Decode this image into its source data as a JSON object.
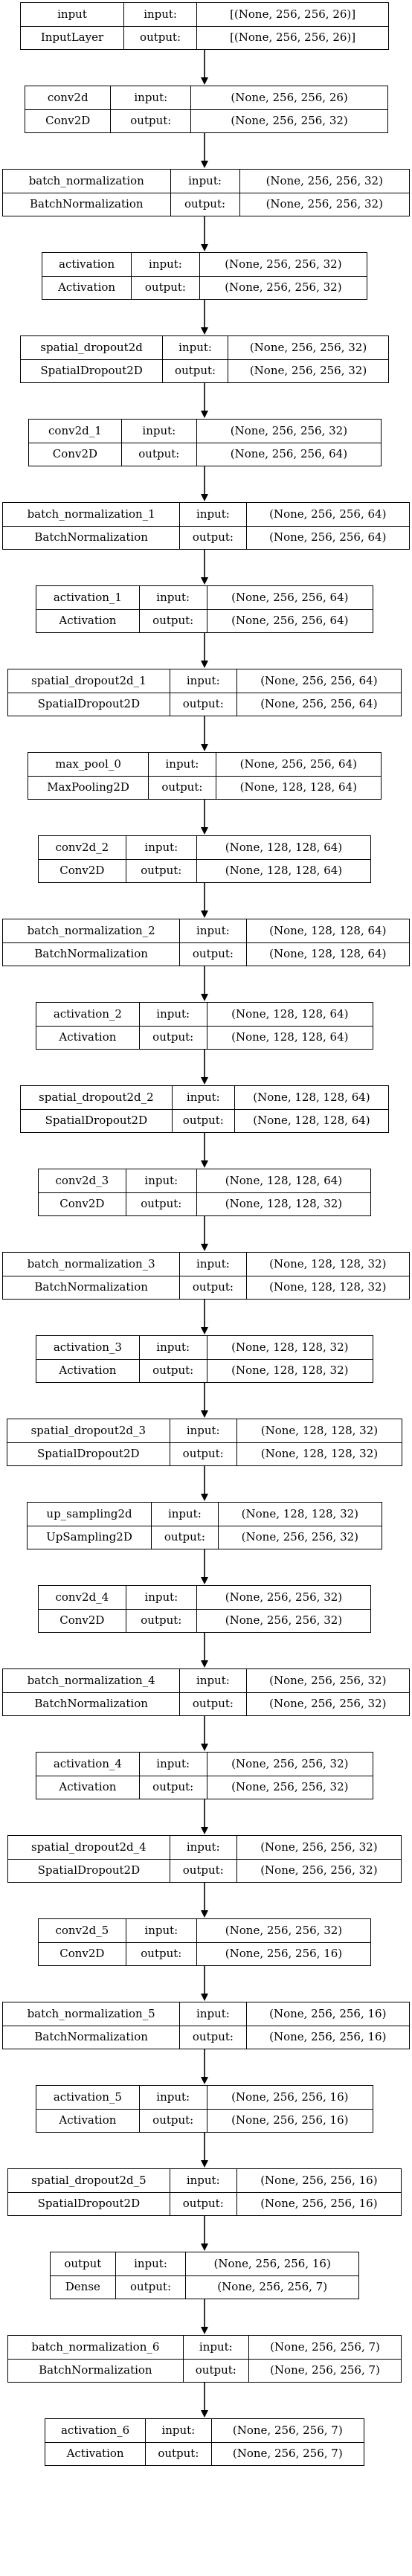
{
  "nodes": [
    {
      "name": "input",
      "type": "InputLayer",
      "in_label": "input:",
      "out_label": "output:",
      "in_shape": "[(None, 256, 256, 26)]",
      "out_shape": "[(None, 256, 256, 26)]"
    },
    {
      "name": "conv2d",
      "type": "Conv2D",
      "in_label": "input:",
      "out_label": "output:",
      "in_shape": "(None, 256, 256, 26)",
      "out_shape": "(None, 256, 256, 32)"
    },
    {
      "name": "batch_normalization",
      "type": "BatchNormalization",
      "in_label": "input:",
      "out_label": "output:",
      "in_shape": "(None, 256, 256, 32)",
      "out_shape": "(None, 256, 256, 32)"
    },
    {
      "name": "activation",
      "type": "Activation",
      "in_label": "input:",
      "out_label": "output:",
      "in_shape": "(None, 256, 256, 32)",
      "out_shape": "(None, 256, 256, 32)"
    },
    {
      "name": "spatial_dropout2d",
      "type": "SpatialDropout2D",
      "in_label": "input:",
      "out_label": "output:",
      "in_shape": "(None, 256, 256, 32)",
      "out_shape": "(None, 256, 256, 32)"
    },
    {
      "name": "conv2d_1",
      "type": "Conv2D",
      "in_label": "input:",
      "out_label": "output:",
      "in_shape": "(None, 256, 256, 32)",
      "out_shape": "(None, 256, 256, 64)"
    },
    {
      "name": "batch_normalization_1",
      "type": "BatchNormalization",
      "in_label": "input:",
      "out_label": "output:",
      "in_shape": "(None, 256, 256, 64)",
      "out_shape": "(None, 256, 256, 64)"
    },
    {
      "name": "activation_1",
      "type": "Activation",
      "in_label": "input:",
      "out_label": "output:",
      "in_shape": "(None, 256, 256, 64)",
      "out_shape": "(None, 256, 256, 64)"
    },
    {
      "name": "spatial_dropout2d_1",
      "type": "SpatialDropout2D",
      "in_label": "input:",
      "out_label": "output:",
      "in_shape": "(None, 256, 256, 64)",
      "out_shape": "(None, 256, 256, 64)"
    },
    {
      "name": "max_pool_0",
      "type": "MaxPooling2D",
      "in_label": "input:",
      "out_label": "output:",
      "in_shape": "(None, 256, 256, 64)",
      "out_shape": "(None, 128, 128, 64)"
    },
    {
      "name": "conv2d_2",
      "type": "Conv2D",
      "in_label": "input:",
      "out_label": "output:",
      "in_shape": "(None, 128, 128, 64)",
      "out_shape": "(None, 128, 128, 64)"
    },
    {
      "name": "batch_normalization_2",
      "type": "BatchNormalization",
      "in_label": "input:",
      "out_label": "output:",
      "in_shape": "(None, 128, 128, 64)",
      "out_shape": "(None, 128, 128, 64)"
    },
    {
      "name": "activation_2",
      "type": "Activation",
      "in_label": "input:",
      "out_label": "output:",
      "in_shape": "(None, 128, 128, 64)",
      "out_shape": "(None, 128, 128, 64)"
    },
    {
      "name": "spatial_dropout2d_2",
      "type": "SpatialDropout2D",
      "in_label": "input:",
      "out_label": "output:",
      "in_shape": "(None, 128, 128, 64)",
      "out_shape": "(None, 128, 128, 64)"
    },
    {
      "name": "conv2d_3",
      "type": "Conv2D",
      "in_label": "input:",
      "out_label": "output:",
      "in_shape": "(None, 128, 128, 64)",
      "out_shape": "(None, 128, 128, 32)"
    },
    {
      "name": "batch_normalization_3",
      "type": "BatchNormalization",
      "in_label": "input:",
      "out_label": "output:",
      "in_shape": "(None, 128, 128, 32)",
      "out_shape": "(None, 128, 128, 32)"
    },
    {
      "name": "activation_3",
      "type": "Activation",
      "in_label": "input:",
      "out_label": "output:",
      "in_shape": "(None, 128, 128, 32)",
      "out_shape": "(None, 128, 128, 32)"
    },
    {
      "name": "spatial_dropout2d_3",
      "type": "SpatialDropout2D",
      "in_label": "input:",
      "out_label": "output:",
      "in_shape": "(None, 128, 128, 32)",
      "out_shape": "(None, 128, 128, 32)"
    },
    {
      "name": "up_sampling2d",
      "type": "UpSampling2D",
      "in_label": "input:",
      "out_label": "output:",
      "in_shape": "(None, 128, 128, 32)",
      "out_shape": "(None, 256, 256, 32)"
    },
    {
      "name": "conv2d_4",
      "type": "Conv2D",
      "in_label": "input:",
      "out_label": "output:",
      "in_shape": "(None, 256, 256, 32)",
      "out_shape": "(None, 256, 256, 32)"
    },
    {
      "name": "batch_normalization_4",
      "type": "BatchNormalization",
      "in_label": "input:",
      "out_label": "output:",
      "in_shape": "(None, 256, 256, 32)",
      "out_shape": "(None, 256, 256, 32)"
    },
    {
      "name": "activation_4",
      "type": "Activation",
      "in_label": "input:",
      "out_label": "output:",
      "in_shape": "(None, 256, 256, 32)",
      "out_shape": "(None, 256, 256, 32)"
    },
    {
      "name": "spatial_dropout2d_4",
      "type": "SpatialDropout2D",
      "in_label": "input:",
      "out_label": "output:",
      "in_shape": "(None, 256, 256, 32)",
      "out_shape": "(None, 256, 256, 32)"
    },
    {
      "name": "conv2d_5",
      "type": "Conv2D",
      "in_label": "input:",
      "out_label": "output:",
      "in_shape": "(None, 256, 256, 32)",
      "out_shape": "(None, 256, 256, 16)"
    },
    {
      "name": "batch_normalization_5",
      "type": "BatchNormalization",
      "in_label": "input:",
      "out_label": "output:",
      "in_shape": "(None, 256, 256, 16)",
      "out_shape": "(None, 256, 256, 16)"
    },
    {
      "name": "activation_5",
      "type": "Activation",
      "in_label": "input:",
      "out_label": "output:",
      "in_shape": "(None, 256, 256, 16)",
      "out_shape": "(None, 256, 256, 16)"
    },
    {
      "name": "spatial_dropout2d_5",
      "type": "SpatialDropout2D",
      "in_label": "input:",
      "out_label": "output:",
      "in_shape": "(None, 256, 256, 16)",
      "out_shape": "(None, 256, 256, 16)"
    },
    {
      "name": "output",
      "type": "Dense",
      "in_label": "input:",
      "out_label": "output:",
      "in_shape": "(None, 256, 256, 16)",
      "out_shape": "(None, 256, 256, 7)"
    },
    {
      "name": "batch_normalization_6",
      "type": "BatchNormalization",
      "in_label": "input:",
      "out_label": "output:",
      "in_shape": "(None, 256, 256, 7)",
      "out_shape": "(None, 256, 256, 7)"
    },
    {
      "name": "activation_6",
      "type": "Activation",
      "in_label": "input:",
      "out_label": "output:",
      "in_shape": "(None, 256, 256, 7)",
      "out_shape": "(None, 256, 256, 7)"
    }
  ]
}
